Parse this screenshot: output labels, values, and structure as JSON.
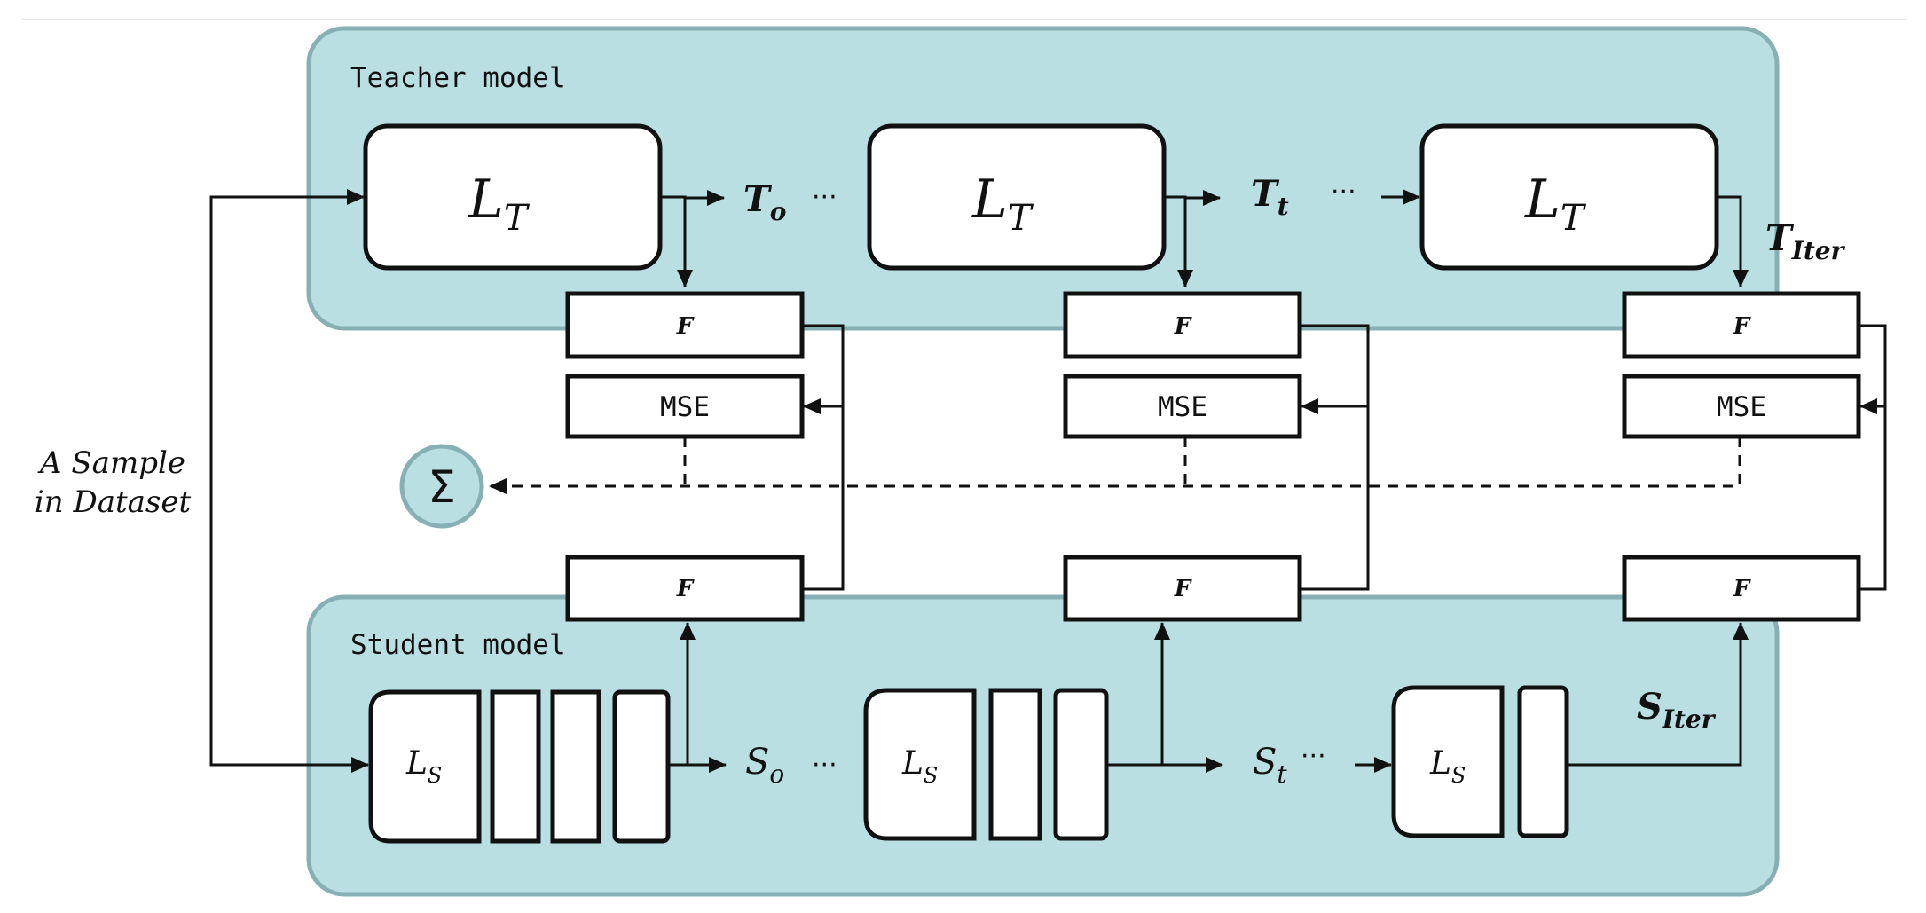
{
  "teacher": {
    "title": "Teacher model",
    "layer_main": "L",
    "layer_sub": "T",
    "outputs": [
      {
        "main": "T",
        "sub": "o"
      },
      {
        "main": "T",
        "sub": "t"
      },
      {
        "main": "T",
        "sub": "Iter"
      }
    ]
  },
  "student": {
    "title": "Student model",
    "layer_main": "L",
    "layer_sub": "S",
    "outputs": [
      {
        "main": "S",
        "sub": "o"
      },
      {
        "main": "S",
        "sub": "t"
      },
      {
        "main": "S",
        "sub": "Iter"
      }
    ]
  },
  "f_label": "F",
  "mse_label": "MSE",
  "sum_symbol": "Σ",
  "ellipsis": "···",
  "input_label": {
    "line1": "A Sample",
    "line2": "in Dataset"
  }
}
